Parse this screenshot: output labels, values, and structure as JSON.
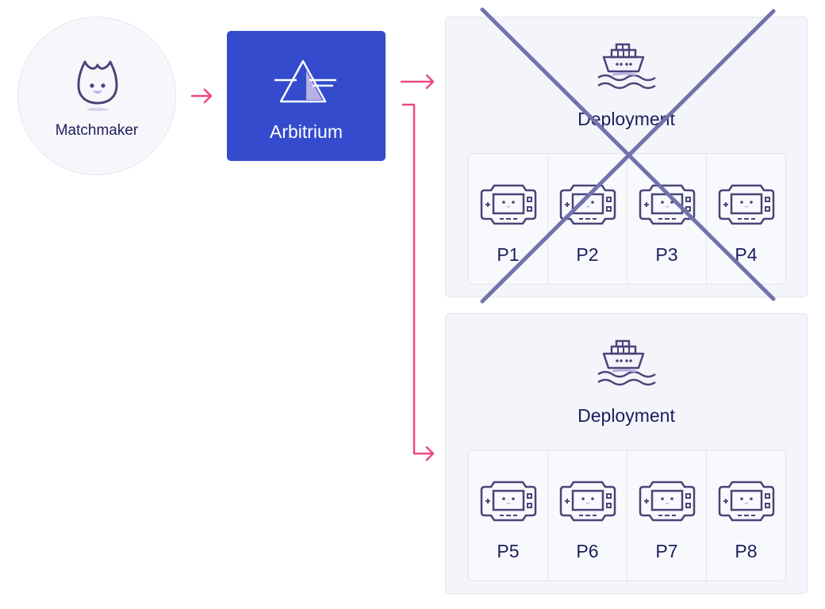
{
  "matchmaker": {
    "label": "Matchmaker"
  },
  "arbitrium": {
    "label": "Arbitrium"
  },
  "deployments": [
    {
      "title": "Deployment",
      "crossed_out": true,
      "players": [
        "P1",
        "P2",
        "P3",
        "P4"
      ]
    },
    {
      "title": "Deployment",
      "crossed_out": false,
      "players": [
        "P5",
        "P6",
        "P7",
        "P8"
      ]
    }
  ],
  "colors": {
    "arrow": "#ee4a7f",
    "arbitrium_bg": "#334bcc",
    "cross": "#7272ad",
    "icon_stroke": "#4a4478",
    "icon_fill": "#b7b1e4"
  },
  "icons": {
    "matchmaker": "flame-mascot-icon",
    "arbitrium": "sail-logo-icon",
    "deployment": "ship-icon",
    "player": "game-console-icon"
  }
}
